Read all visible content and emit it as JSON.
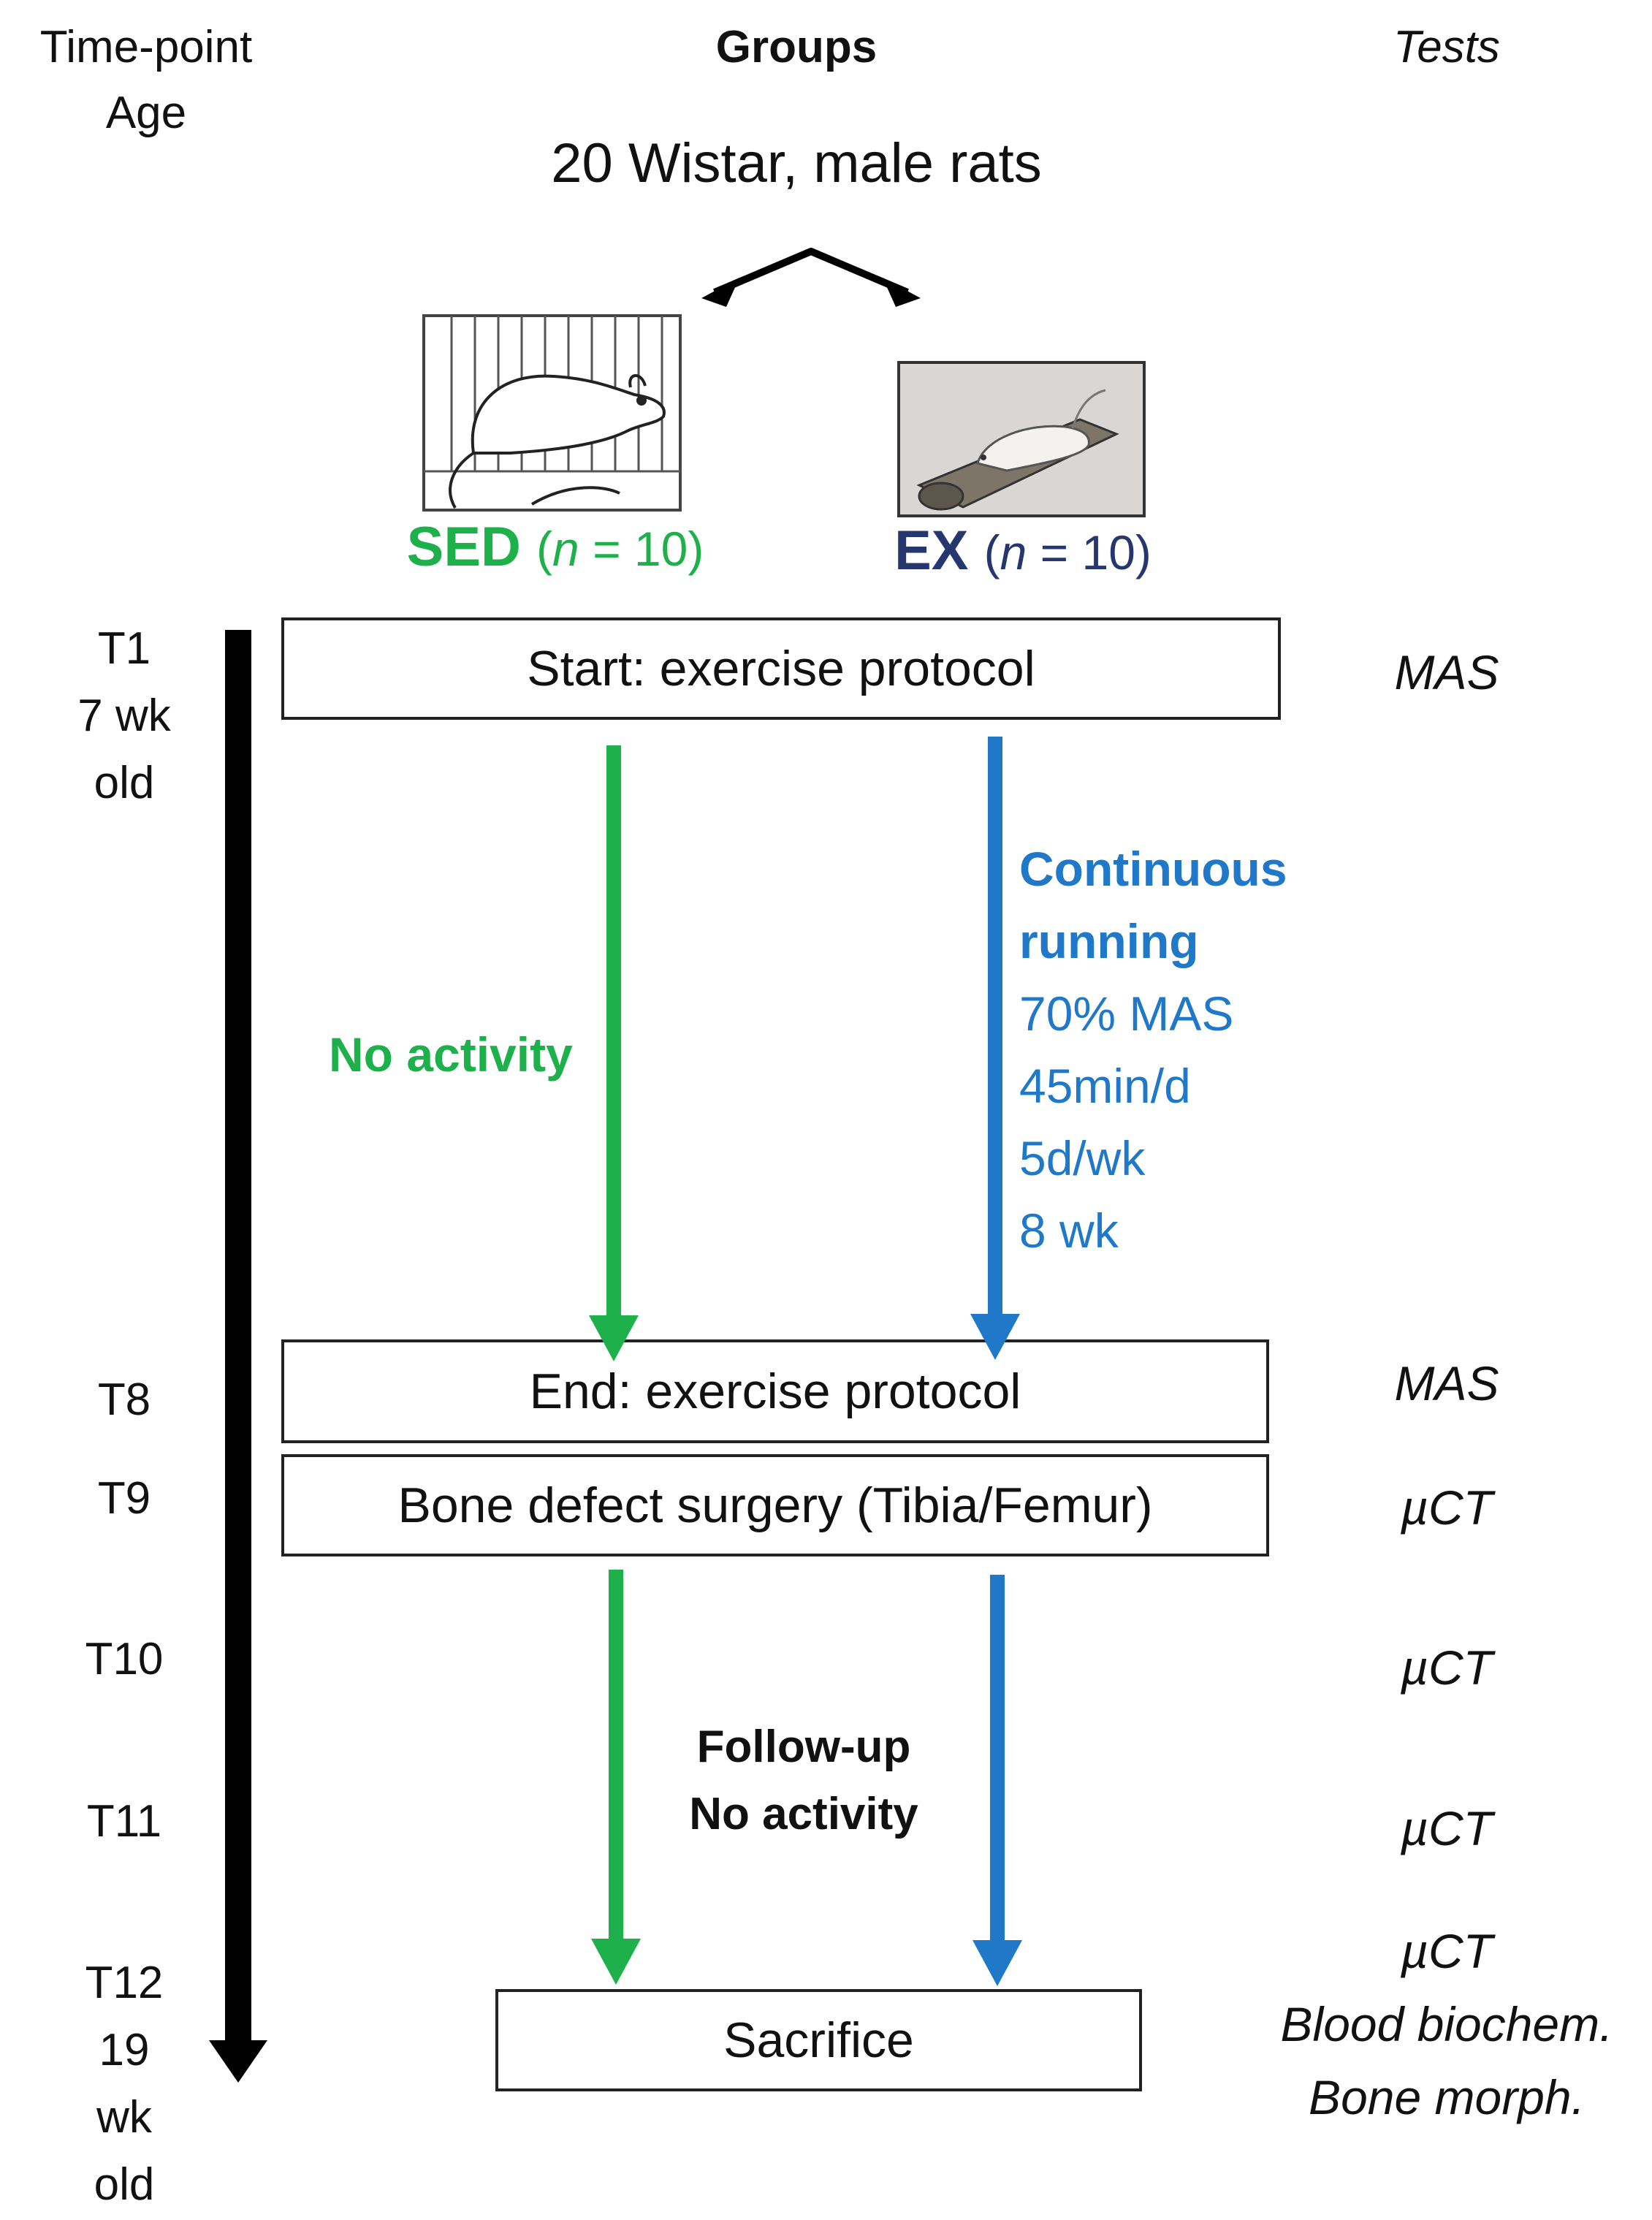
{
  "headers": {
    "timepoint_line1": "Time-point",
    "timepoint_line2": "Age",
    "groups": "Groups",
    "tests": "Tests"
  },
  "population": "20 Wistar, male rats",
  "groups": {
    "sed": {
      "label": "SED",
      "n_text": "(n = 10)",
      "n_prefix": "(",
      "n_var": "n",
      "n_suffix": " = 10)"
    },
    "ex": {
      "label": "EX",
      "n_text": "(n = 10)",
      "n_prefix": "(",
      "n_var": "n",
      "n_suffix": " = 10)"
    }
  },
  "timepoints": {
    "t1": [
      "T1",
      "7 wk",
      "old"
    ],
    "t8": "T8",
    "t9": "T9",
    "t10": "T10",
    "t11": "T11",
    "t12": [
      "T12",
      "19",
      "wk",
      "old"
    ]
  },
  "boxes": {
    "start": "Start: exercise protocol",
    "end": "End: exercise protocol",
    "surgery": "Bone defect surgery (Tibia/Femur)",
    "sacrifice": "Sacrifice"
  },
  "phases": {
    "sed_phase": "No activity",
    "ex_phase_bold": [
      "Continuous",
      "running"
    ],
    "ex_phase_details": [
      "70% MAS",
      "45min/d",
      "5d/wk",
      "8 wk"
    ],
    "followup": [
      "Follow-up",
      "No activity"
    ]
  },
  "tests": {
    "t1": "MAS",
    "t8": "MAS",
    "t9": "µCT",
    "t10": "µCT",
    "t11": "µCT",
    "t12": [
      "µCT",
      "Blood biochem.",
      "Bone morph."
    ]
  },
  "colors": {
    "sed_green": "#1db04b",
    "ex_blue": "#1f78c8",
    "ex_label_navy": "#26366e",
    "timeline_black": "#000000"
  }
}
